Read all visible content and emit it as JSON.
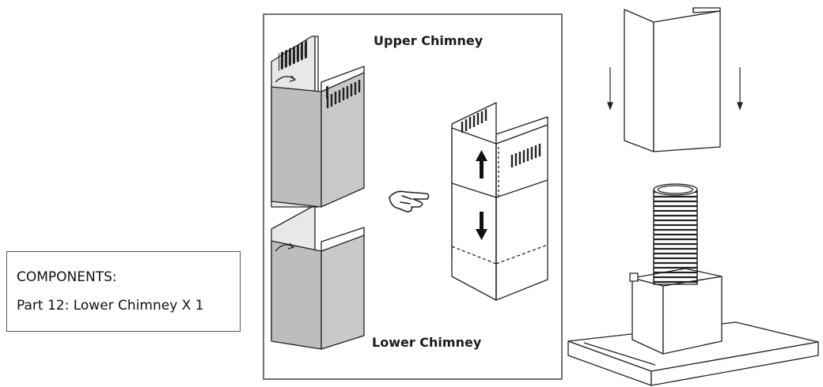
{
  "components": {
    "heading": "COMPONENTS:",
    "part_line": "Part 12:  Lower Chimney X 1"
  },
  "diagram": {
    "upper_label": "Upper Chimney",
    "lower_label": "Lower Chimney"
  },
  "colors": {
    "panel_fill": "#bdbdbd",
    "line": "#222222",
    "frame": "#555555"
  }
}
